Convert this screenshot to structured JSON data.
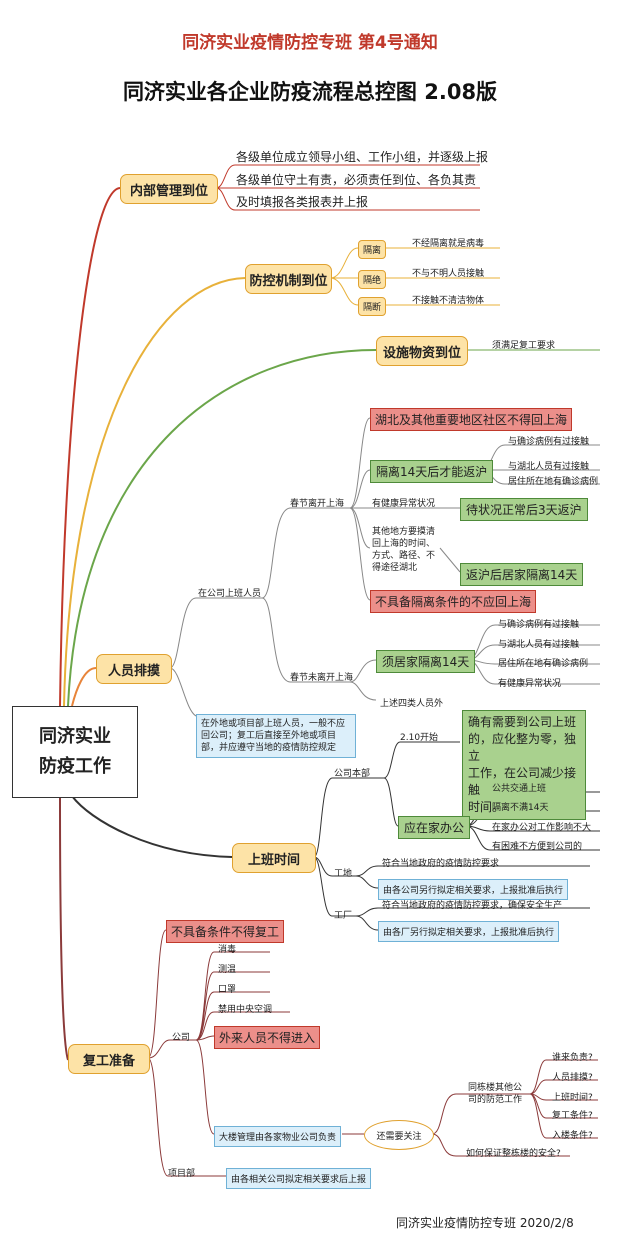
{
  "header": {
    "notice": "同济实业疫情防控专班  第4号通知",
    "title": "同济实业各企业防疫流程总控图 2.08版"
  },
  "center": {
    "line1": "同济实业",
    "line2": "防疫工作"
  },
  "internal": {
    "label": "内部管理到位",
    "items": [
      "各级单位成立领导小组、工作小组，并逐级上报",
      "各级单位守土有责，必须责任到位、各负其责",
      "及时填报各类报表并上报"
    ]
  },
  "prevention": {
    "label": "防控机制到位",
    "boxes": [
      "隔离",
      "隔绝",
      "隔断"
    ],
    "notes": [
      "不经隔离就是病毒",
      "不与不明人员接触",
      "不接触不清洁物体"
    ]
  },
  "facilities": {
    "label": "设施物资到位",
    "note": "须满足复工要求"
  },
  "personnel": {
    "label": "人员排摸",
    "working": "在公司上班人员",
    "left_sh": "春节离开上海",
    "hubei_red": "湖北及其他重要地区社区不得回上海",
    "isolate14": "隔离14天后才能返沪",
    "isolate_reasons": [
      "与确诊病例有过接触",
      "与湖北人员有过接触",
      "居住所在地有确诊病例"
    ],
    "abnormal": "有健康异常状况",
    "return3": "待状况正常后3天返沪",
    "other_note": [
      "其他地方要摸清",
      "回上海的时间、",
      "方式、路径、不",
      "得途径湖北"
    ],
    "home14": "返沪后居家隔离14天",
    "no_condition": "不具备隔离条件的不应回上海",
    "stay_sh": "春节未离开上海",
    "home_iso": "须居家隔离14天",
    "home_reasons": [
      "与确诊病例有过接触",
      "与湖北人员有过接触",
      "居住所在地有确诊病例",
      "有健康异常状况"
    ],
    "others": "上述四类人员外",
    "remote_note": [
      "在外地或项目部上班人员，一般不应",
      "回公司；复工后直接至外地或项目",
      "部，并应遵守当地的疫情防控规定"
    ]
  },
  "work": {
    "label": "上班时间",
    "hq": "公司本部",
    "from210": "2.10开始",
    "need": [
      "确有需要到公司上班",
      "的，应化整为零，独立",
      "工作，在公司减少接触",
      "时间。"
    ],
    "home_office": "应在家办公",
    "home_reasons": [
      "公共交通上班",
      "隔离不满14天",
      "在家办公对工作影响不大",
      "有困难不方便到公司的"
    ],
    "site": "工地",
    "site_note": "符合当地政府的疫情防控要求",
    "site_blue": "由各公司另行拟定相关要求，上报批准后执行",
    "factory": "工厂",
    "factory_note": "符合当地政府的疫情防控要求，确保安全生产",
    "factory_blue": "由各厂另行拟定相关要求，上报批准后执行"
  },
  "resume": {
    "label": "复工准备",
    "no_resume": "不具备条件不得复工",
    "company": "公司",
    "items": [
      "消毒",
      "测温",
      "口罩",
      "禁用中央空调"
    ],
    "outsiders": "外来人员不得进入",
    "building_mgmt": "大楼管理由各家物业公司负责",
    "attention": "还需要关注",
    "other_cos": [
      "同栋楼其他公",
      "司的防范工作"
    ],
    "questions": [
      "谁来负责?",
      "人员排摸?",
      "上班时间?",
      "复工条件?",
      "入楼条件?"
    ],
    "safety": "如何保证整栋楼的安全?",
    "project": "项目部",
    "project_blue": "由各相关公司拟定相关要求后上报"
  },
  "footer": {
    "text": "同济实业疫情防控专班  2020/2/8"
  },
  "colors": {
    "notice_red": "#c0392b",
    "branch_red": "#c0392b",
    "branch_yellow": "#e8b13a",
    "branch_green": "#6ba64a",
    "branch_orange": "#e8843a",
    "branch_dark": "#333333",
    "branch_maroon": "#8b3a3a"
  }
}
